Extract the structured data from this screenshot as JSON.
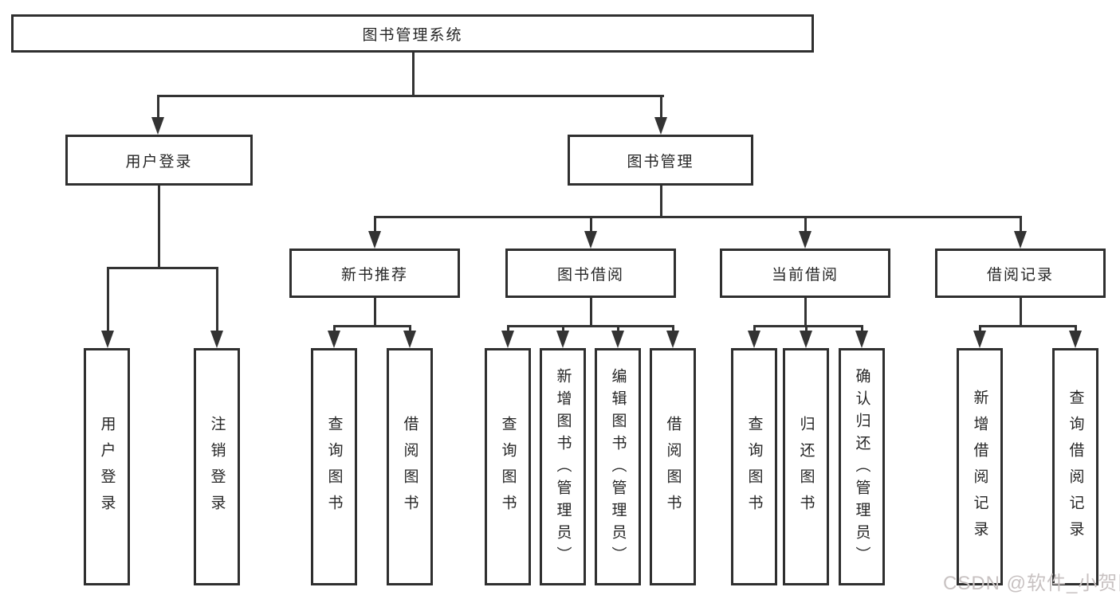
{
  "diagram": {
    "root": {
      "label": "图书管理系统"
    },
    "branches": [
      {
        "label": "用户登录",
        "children": [
          {
            "label": "用户登录"
          },
          {
            "label": "注销登录"
          }
        ]
      },
      {
        "label": "图书管理",
        "children": [
          {
            "label": "新书推荐",
            "children": [
              {
                "label": "查询图书"
              },
              {
                "label": "借阅图书"
              }
            ]
          },
          {
            "label": "图书借阅",
            "children": [
              {
                "label": "查询图书"
              },
              {
                "label": "新增图书（管理员）"
              },
              {
                "label": "编辑图书（管理员）"
              },
              {
                "label": "借阅图书"
              }
            ]
          },
          {
            "label": "当前借阅",
            "children": [
              {
                "label": "查询图书"
              },
              {
                "label": "归还图书"
              },
              {
                "label": "确认归还（管理员）"
              }
            ]
          },
          {
            "label": "借阅记录",
            "children": [
              {
                "label": "新增借阅记录"
              },
              {
                "label": "查询借阅记录"
              }
            ]
          }
        ]
      }
    ]
  },
  "watermark": {
    "text": "CSDN @软件_小贺同学",
    "color": "#c8c2c2"
  },
  "colors": {
    "line": "#333333",
    "box_border": "#2f2f2f",
    "text": "#262626",
    "background": "#ffffff"
  }
}
